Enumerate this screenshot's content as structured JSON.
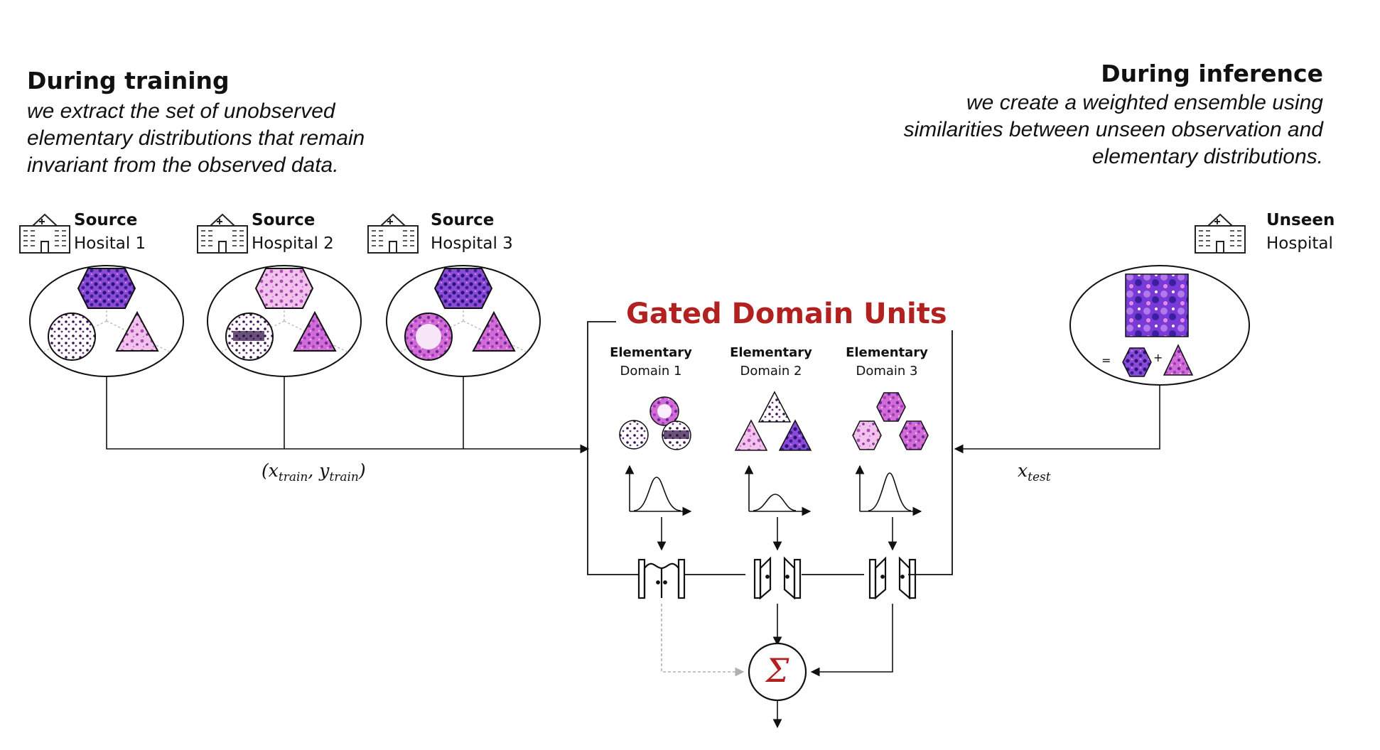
{
  "training": {
    "heading": "During training",
    "description_lines": [
      "we extract the set of unobserved",
      "elementary distributions that remain",
      "invariant from the observed data."
    ]
  },
  "inference": {
    "heading": "During inference",
    "description_lines": [
      "we create a weighted ensemble using",
      "similarities between unseen observation and",
      "elementary distributions."
    ]
  },
  "hospitals": [
    {
      "line1": "Source",
      "line2": "Hosital 1"
    },
    {
      "line1": "Source",
      "line2": "Hospital 2"
    },
    {
      "line1": "Source",
      "line2": "Hospital 3"
    },
    {
      "line1": "Unseen",
      "line2": "Hospital"
    }
  ],
  "gdu": {
    "title": "Gated Domain Units",
    "domains": [
      {
        "line1": "Elementary",
        "line2": "Domain 1"
      },
      {
        "line1": "Elementary",
        "line2": "Domain 2"
      },
      {
        "line1": "Elementary",
        "line2": "Domain 3"
      }
    ]
  },
  "labels": {
    "train_pair": "(x_train, y_train)",
    "train_x": "x",
    "train_x_sub": "train",
    "train_y": "y",
    "train_y_sub": "train",
    "test_x": "x",
    "test_x_sub": "test",
    "sum_symbol": "Σ",
    "equals": "=",
    "plus": "+"
  },
  "colors": {
    "gdu_title": "#b22020",
    "tissue_light": "#e8a6e0",
    "tissue_mid": "#c055c8",
    "tissue_dark": "#3a1a80",
    "dashed_arrow": "#b0b0b0"
  }
}
